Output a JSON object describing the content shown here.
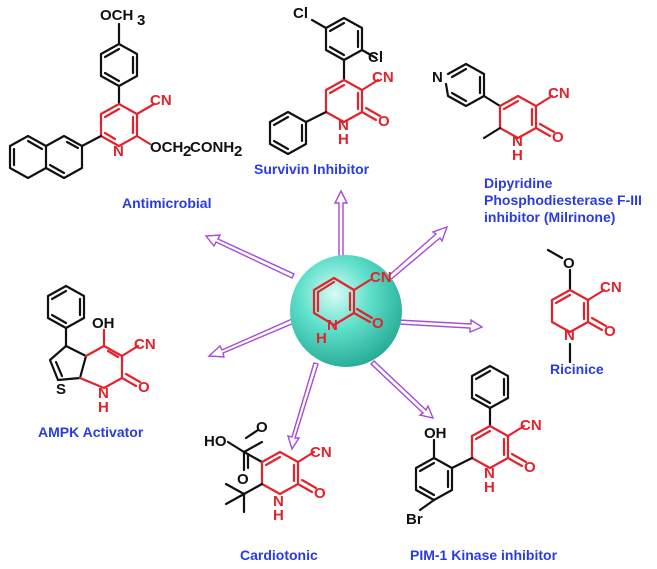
{
  "center": {
    "atoms": {
      "cn": "CN",
      "nh": "N",
      "h": "H",
      "o": "O"
    }
  },
  "labels": {
    "survivin": "Survivin Inhibitor",
    "antimicrobial": "Antimicrobial",
    "dipyridine_line1": "Dipyridine",
    "dipyridine_line2": "Phosphodiesterase F-III",
    "dipyridine_line3": "inhibitor (Milrinone)",
    "ricinice": "Ricinice",
    "ampk": "AMPK Activator",
    "cardiotonic": "Cardiotonic",
    "pim1": "PIM-1 Kinase inhibitor"
  },
  "atoms": {
    "cl": "Cl",
    "cn": "CN",
    "n": "N",
    "h": "H",
    "o": "O",
    "och3": "OCH",
    "sub3": "3",
    "och2conh2": "OCH",
    "och2conh2_2": "CONH",
    "sub2": "2",
    "oh": "OH",
    "s": "S",
    "ho": "HO",
    "br": "Br"
  },
  "colors": {
    "scaffold": "#e3232c",
    "label": "#2a3be0",
    "arrow": "#a64bd6",
    "sphere": "#3fd6c0"
  }
}
